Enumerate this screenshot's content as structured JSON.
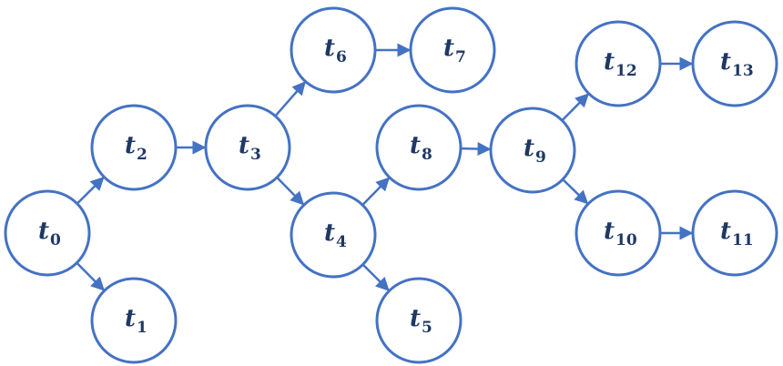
{
  "diagram": {
    "colors": {
      "stroke": "#4472c4",
      "text": "#1f3864",
      "fill": "#ffffff"
    },
    "nodes": [
      {
        "id": "t0",
        "base": "t",
        "sub": "0"
      },
      {
        "id": "t1",
        "base": "t",
        "sub": "1"
      },
      {
        "id": "t2",
        "base": "t",
        "sub": "2"
      },
      {
        "id": "t3",
        "base": "t",
        "sub": "3"
      },
      {
        "id": "t4",
        "base": "t",
        "sub": "4"
      },
      {
        "id": "t5",
        "base": "t",
        "sub": "5"
      },
      {
        "id": "t6",
        "base": "t",
        "sub": "6"
      },
      {
        "id": "t7",
        "base": "t",
        "sub": "7"
      },
      {
        "id": "t8",
        "base": "t",
        "sub": "8"
      },
      {
        "id": "t9",
        "base": "t",
        "sub": "9"
      },
      {
        "id": "t10",
        "base": "t",
        "sub": "10"
      },
      {
        "id": "t11",
        "base": "t",
        "sub": "11"
      },
      {
        "id": "t12",
        "base": "t",
        "sub": "12"
      },
      {
        "id": "t13",
        "base": "t",
        "sub": "13"
      }
    ],
    "edges": [
      {
        "from": "t0",
        "to": "t2"
      },
      {
        "from": "t0",
        "to": "t1"
      },
      {
        "from": "t2",
        "to": "t3"
      },
      {
        "from": "t3",
        "to": "t6"
      },
      {
        "from": "t3",
        "to": "t4"
      },
      {
        "from": "t6",
        "to": "t7"
      },
      {
        "from": "t4",
        "to": "t8"
      },
      {
        "from": "t4",
        "to": "t5"
      },
      {
        "from": "t8",
        "to": "t9"
      },
      {
        "from": "t9",
        "to": "t12"
      },
      {
        "from": "t9",
        "to": "t10"
      },
      {
        "from": "t12",
        "to": "t13"
      },
      {
        "from": "t10",
        "to": "t11"
      }
    ]
  }
}
